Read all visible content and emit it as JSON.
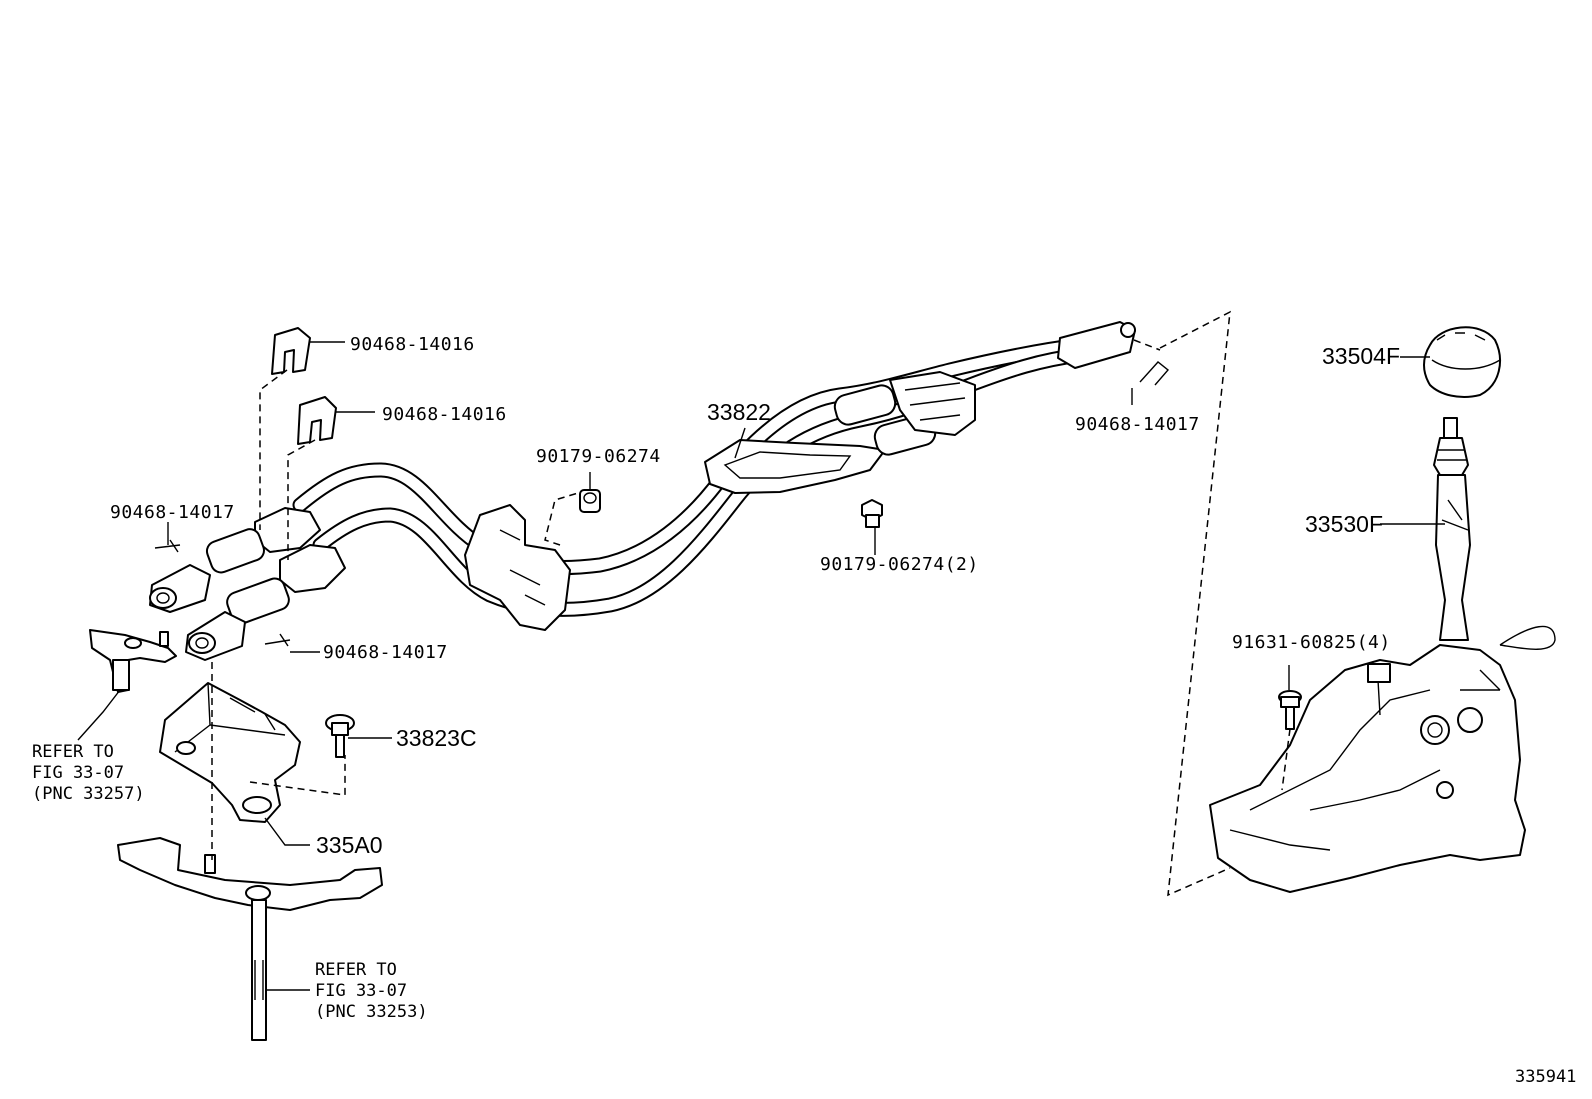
{
  "diagram_id": "335941",
  "part_labels": {
    "clip_upper": "90468-14016",
    "clip_lower": "90468-14016",
    "pin_left": "90468-14017",
    "pin_lower": "90468-14017",
    "pin_right": "90468-14017",
    "nut_single": "90179-06274",
    "nut_pair": "90179-06274(2)",
    "cable_assy": "33822",
    "knob": "33504F",
    "lever": "33530F",
    "bolt_4": "91631-60825(4)",
    "bolt_bracket": "33823C",
    "bracket": "335A0"
  },
  "references": {
    "upper": {
      "line1": "REFER TO",
      "line2": "FIG 33-07",
      "line3": "(PNC 33257)"
    },
    "lower": {
      "line1": "REFER TO",
      "line2": "FIG 33-07",
      "line3": "(PNC 33253)"
    }
  }
}
